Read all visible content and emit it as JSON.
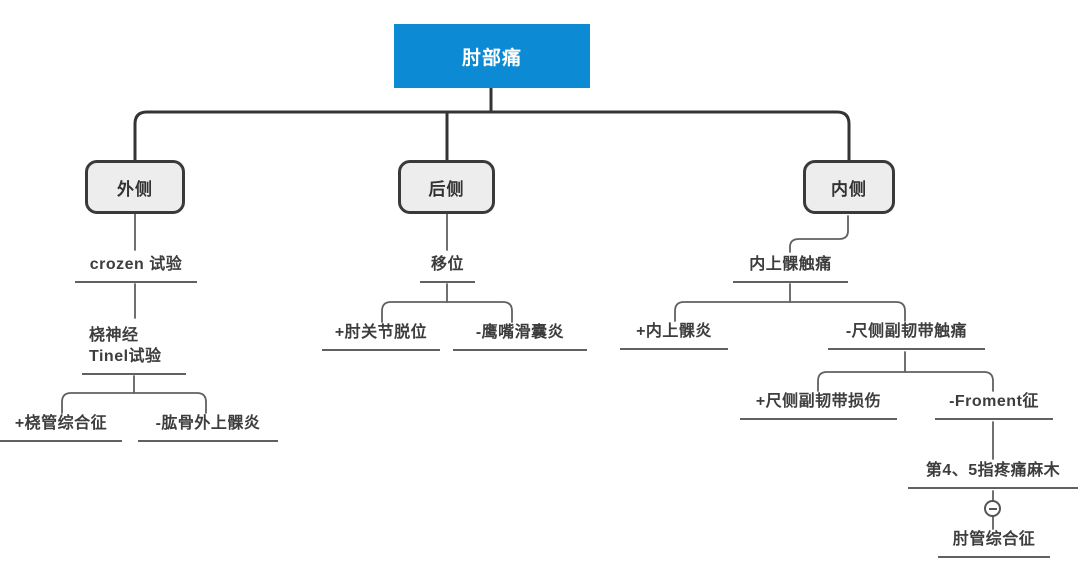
{
  "colors": {
    "root_fill": "#0c8ad3",
    "root_text": "#ffffff",
    "branch_fill": "#ededed",
    "branch_border": "#3a3a3a",
    "node_text": "#3d3d3d",
    "connector_primary": "#343434",
    "connector_secondary": "#606060"
  },
  "icons": {
    "collapse_toggle": "minus-circle"
  },
  "mindmap": {
    "root": {
      "label": "肘部痛"
    },
    "branches": [
      {
        "label": "外侧",
        "children": [
          {
            "label": "crozen 试验",
            "children": [
              {
                "label": "桡神经\nTinel试验",
                "children": [
                  {
                    "label": "+桡管综合征"
                  },
                  {
                    "label": "-肱骨外上髁炎"
                  }
                ]
              }
            ]
          }
        ]
      },
      {
        "label": "后侧",
        "children": [
          {
            "label": "移位",
            "children": [
              {
                "label": "+肘关节脱位"
              },
              {
                "label": "-鹰嘴滑囊炎"
              }
            ]
          }
        ]
      },
      {
        "label": "内侧",
        "children": [
          {
            "label": "内上髁触痛",
            "children": [
              {
                "label": "+内上髁炎"
              },
              {
                "label": "-尺侧副韧带触痛",
                "children": [
                  {
                    "label": "+尺侧副韧带损伤"
                  },
                  {
                    "label": "-Froment征",
                    "children": [
                      {
                        "label": "第4、5指疼痛麻木",
                        "collapse_indicator": "minus-circle",
                        "children": [
                          {
                            "label": "肘管综合征"
                          }
                        ]
                      }
                    ]
                  }
                ]
              }
            ]
          }
        ]
      }
    ]
  }
}
